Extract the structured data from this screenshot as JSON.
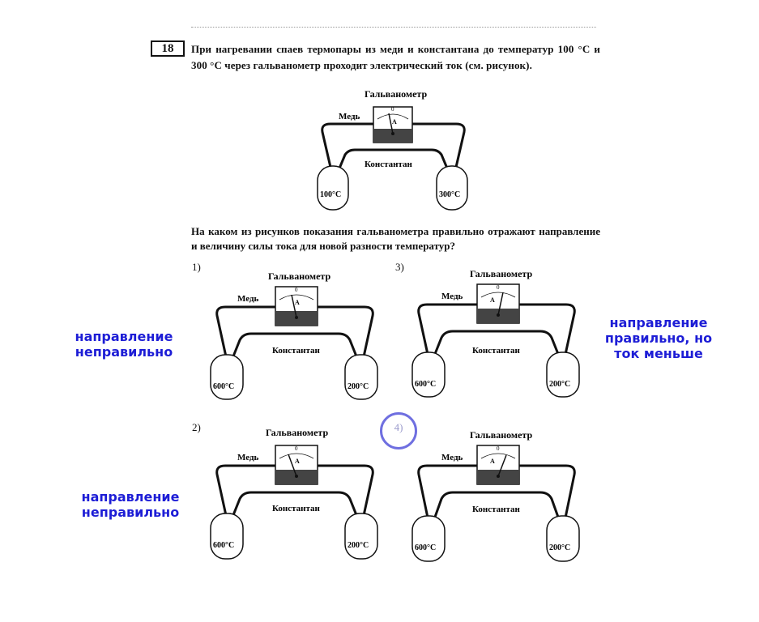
{
  "task": {
    "number": "18",
    "text": "При нагревании спаев термопары из меди и константана до температур 100 °С и 300 °С через гальванометр проходит электрический ток (см. рисунок).",
    "question": "На каком из рисунков показания гальванометра правильно отражают направление и величину силы тока для новой разности температур?"
  },
  "labels": {
    "galvanometer": "Гальванометр",
    "copper": "Медь",
    "constantan": "Константан",
    "scale_zero": "0",
    "meter_letter": "А"
  },
  "main_figure": {
    "left_temp": "100°С",
    "right_temp": "300°С"
  },
  "options": [
    {
      "label": "1)",
      "left_temp": "600°С",
      "right_temp": "200°С"
    },
    {
      "label": "3)",
      "left_temp": "600°С",
      "right_temp": "200°С"
    },
    {
      "label": "2)",
      "left_temp": "600°С",
      "right_temp": "200°С"
    },
    {
      "label": "4)",
      "left_temp": "600°С",
      "right_temp": "200°С"
    }
  ],
  "comments": {
    "option1_line1": "направление",
    "option1_line2": "неправильно",
    "option3_line1": "направление",
    "option3_line2": "правильно, но",
    "option3_line3": "ток меньше",
    "option2_line1": "направление",
    "option2_line2": "неправильно"
  },
  "colors": {
    "annotation": "#1d1dd6",
    "circle": "#6f6fe0"
  }
}
